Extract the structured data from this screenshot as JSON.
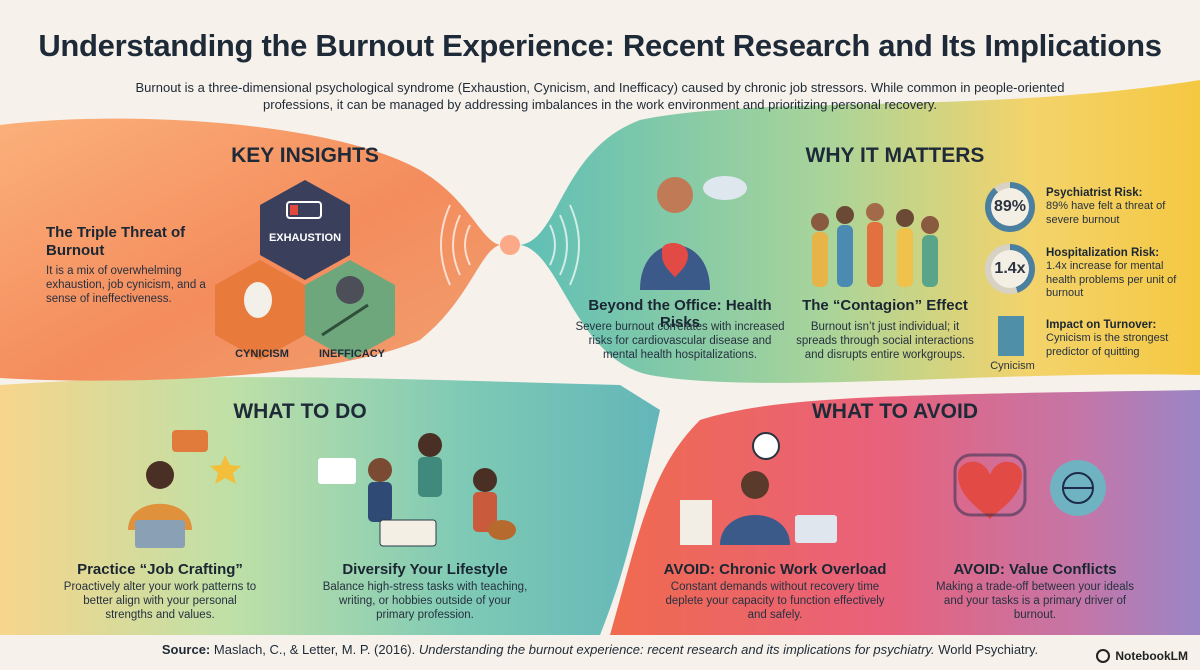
{
  "title": "Understanding the Burnout Experience: Recent Research and Its Implications",
  "subtitle": "Burnout is a three-dimensional psychological syndrome (Exhaustion, Cynicism, and Inefficacy) caused by chronic job stressors. While common in people-oriented professions, it can be managed by addressing imbalances in the work environment and prioritizing personal recovery.",
  "key_insights": {
    "heading": "KEY INSIGHTS",
    "triple_title": "The Triple Threat of Burnout",
    "triple_body": "It is a mix of overwhelming exhaustion, job cynicism, and a sense of ineffectiveness.",
    "hex_exhaustion": "EXHAUSTION",
    "hex_cynicism": "CYNICISM",
    "hex_inefficacy": "INEFFICACY"
  },
  "why_it_matters": {
    "heading": "WHY IT MATTERS",
    "health_title": "Beyond the Office: Health Risks",
    "health_body": "Severe burnout correlates with increased risks for cardiovascular disease and mental health hospitalizations.",
    "contagion_title": "The “Contagion” Effect",
    "contagion_body": "Burnout isn’t just individual; it spreads through social interactions and disrupts entire workgroups.",
    "stats": [
      {
        "value": "89%",
        "fraction": 0.89,
        "title": "Psychiatrist Risk:",
        "body": "89% have felt a threat of severe burnout"
      },
      {
        "value": "1.4x",
        "fraction": 0.45,
        "title": "Hospitalization Risk:",
        "body": "1.4x increase for mental health problems per unit of burnout"
      },
      {
        "value": "",
        "title": "Impact on Turnover:",
        "body": "Cynicism is the strongest predictor of quitting",
        "bar_label": "Cynicism"
      }
    ]
  },
  "what_to_do": {
    "heading": "WHAT TO DO",
    "job_title": "Practice “Job Crafting”",
    "job_body": "Proactively alter your work patterns to better align with your personal strengths and values.",
    "life_title": "Diversify Your Lifestyle",
    "life_body": "Balance high-stress tasks with teaching, writing, or hobbies outside of your primary profession."
  },
  "what_to_avoid": {
    "heading": "WHAT TO AVOID",
    "overload_title": "AVOID: Chronic Work Overload",
    "overload_body": "Constant demands without recovery time deplete your capacity to function effectively and safely.",
    "values_title": "AVOID: Value Conflicts",
    "values_body": "Making a trade-off between your ideals and your tasks is a primary driver of burnout."
  },
  "source": {
    "label": "Source:",
    "authors": "Maslach, C., & Letter, M. P. (2016).",
    "work": "Understanding the burnout experience: recent research and its implications for psychiatry.",
    "journal": "World Psychiatry."
  },
  "badge": "NotebookLM",
  "colors": {
    "orange": "#f08a4b",
    "teal": "#5bb8b4",
    "yellow": "#f2c94c",
    "red": "#e8584f",
    "purple": "#8e7cc3",
    "navy": "#1e2a38"
  }
}
